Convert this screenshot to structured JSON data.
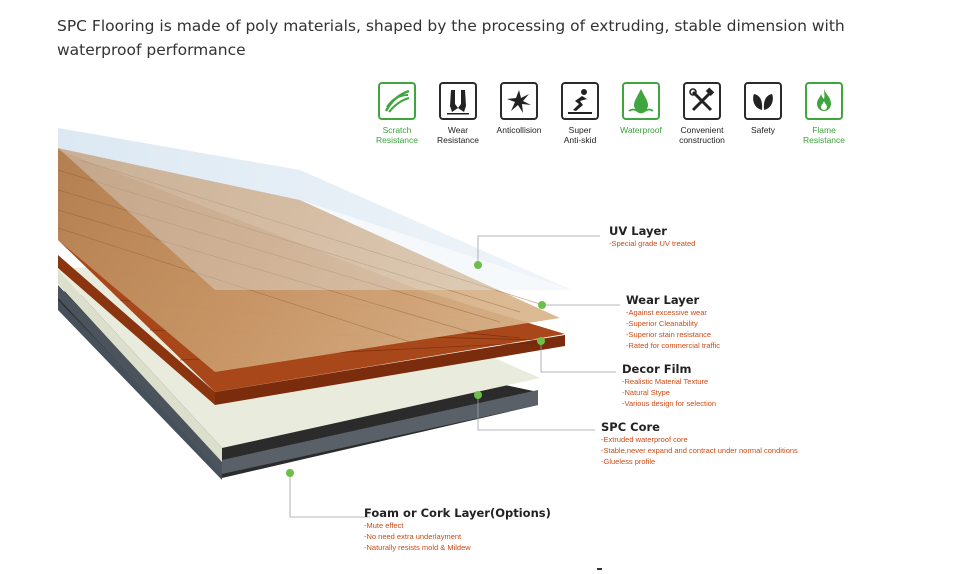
{
  "intro": "SPC Flooring is made of poly materials, shaped by the processing of extruding, stable dimension with waterproof performance",
  "features": [
    {
      "icon": "scratch-resistance-icon",
      "label": "Scratch\nResistance",
      "color": "green"
    },
    {
      "icon": "wear-resistance-icon",
      "label": "Wear\nResistance",
      "color": "dark"
    },
    {
      "icon": "anticollision-icon",
      "label": "Anticollision",
      "color": "dark"
    },
    {
      "icon": "anti-skid-icon",
      "label": "Super\nAnti-skid",
      "color": "dark"
    },
    {
      "icon": "waterproof-icon",
      "label": "Waterproof",
      "color": "green"
    },
    {
      "icon": "tools-icon",
      "label": "Convenient\nconstruction",
      "color": "dark"
    },
    {
      "icon": "leaf-icon",
      "label": "Safety",
      "color": "dark"
    },
    {
      "icon": "flame-icon",
      "label": "Flame\nResistance",
      "color": "green"
    }
  ],
  "layers": [
    {
      "name": "UV Layer",
      "notes": [
        "-Special grade UV treated"
      ]
    },
    {
      "name": "Wear Layer",
      "notes": [
        "-Against excessive wear",
        "-Superior Cleanability",
        "-Superior stain resistance",
        "-Rated for commercial traffic"
      ]
    },
    {
      "name": "Decor Film",
      "notes": [
        "-Realistic Material Texture",
        "-Natural Stype",
        "-Various design for selection"
      ]
    },
    {
      "name": "SPC Core",
      "notes": [
        "-Extruded waterproof core",
        "-Stable,never expand and contract under normal conditions",
        "-Glueless profile"
      ]
    },
    {
      "name": "Foam or Cork Layer(Options)",
      "notes": [
        "-Mute effect",
        "-No need extra underlayment",
        "-Naturally resists mold & Mildew"
      ]
    }
  ],
  "colors": {
    "accent_green": "#3fa63f",
    "note_orange": "#cc4a14",
    "dot_green": "#6cc04a"
  }
}
